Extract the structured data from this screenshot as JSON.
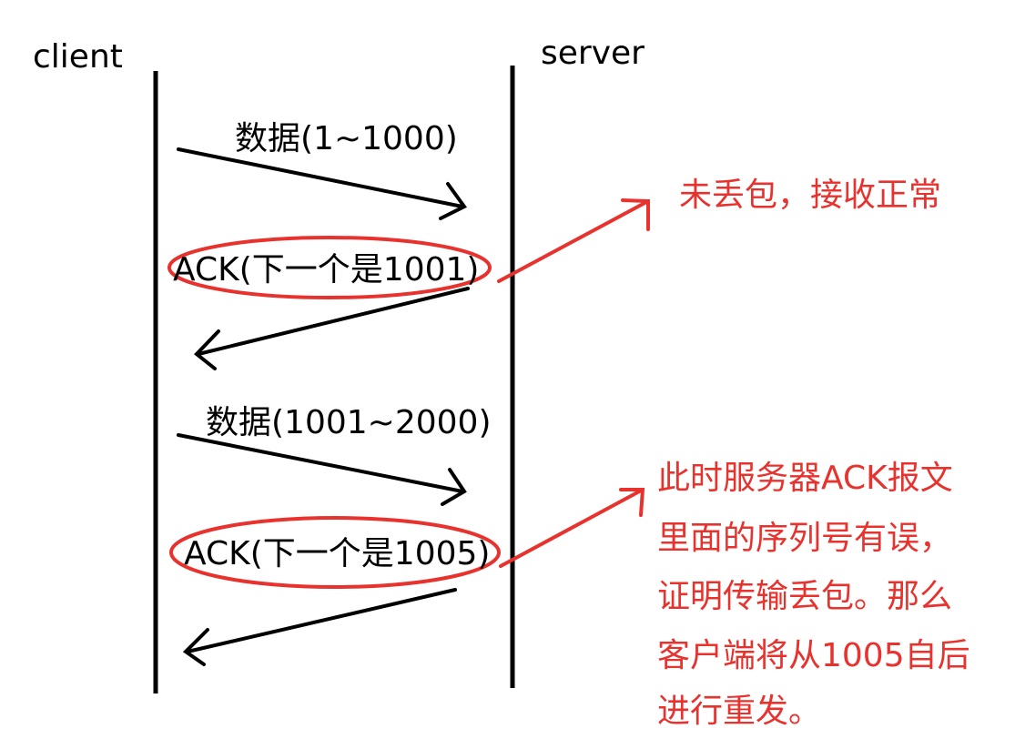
{
  "participants": {
    "client": "client",
    "server": "server"
  },
  "messages": [
    {
      "label": "数据(1~1000)"
    },
    {
      "label": "ACK(下一个是1001)"
    },
    {
      "label": "数据(1001~2000)"
    },
    {
      "label": "ACK(下一个是1005)"
    }
  ],
  "notes": {
    "first": "未丢包，接收正常",
    "second": [
      "此时服务器ACK报文",
      "里面的序列号有误，",
      "证明传输丢包。那么",
      "客户端将从1005自后",
      "进行重发。"
    ]
  },
  "colors": {
    "line": "#000000",
    "annotation": "#e8322e"
  }
}
